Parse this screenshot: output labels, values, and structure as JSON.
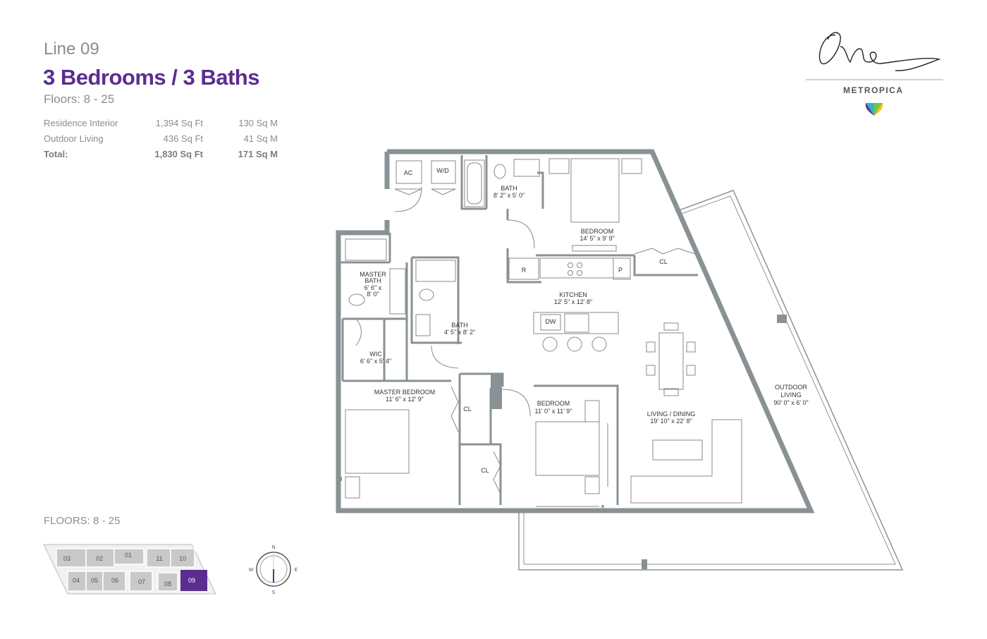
{
  "header": {
    "line": "Line 09",
    "unit_type": "3 Bedrooms / 3 Baths",
    "floors": "Floors: 8 - 25"
  },
  "areas": {
    "residence_interior": {
      "label": "Residence Interior",
      "sqft": "1,394 Sq Ft",
      "sqm": "130 Sq M"
    },
    "outdoor_living": {
      "label": "Outdoor Living",
      "sqft": "436 Sq Ft",
      "sqm": "41 Sq M"
    },
    "total": {
      "label": "Total:",
      "sqft": "1,830 Sq Ft",
      "sqm": "171 Sq M"
    }
  },
  "logo": {
    "word": "METROPICA"
  },
  "key_plan": {
    "label": "FLOORS: 8 - 25",
    "units_top": [
      "03",
      "02",
      "01",
      "11",
      "10"
    ],
    "units_bottom": [
      "04",
      "05",
      "06",
      "07",
      "08",
      "09"
    ],
    "highlight_color": "#5b2d90"
  },
  "compass": {
    "n": "N",
    "e": "E",
    "s": "S",
    "w": "W"
  },
  "rooms": {
    "ac": "AC",
    "wd": "W/D",
    "bath1": "BATH",
    "bath1_dim": "8' 2\" x 5' 0\"",
    "bedroom1": "BEDROOM",
    "bedroom1_dim": "14' 5\" x 9' 9\"",
    "cl1": "CL",
    "r": "R",
    "p": "P",
    "master_bath_1": "MASTER",
    "master_bath_2": "BATH",
    "master_bath_dim1": "6' 6\" x",
    "master_bath_dim2": "8' 0\"",
    "kitchen": "KITCHEN",
    "kitchen_dim": "12' 5\" x 12' 8\"",
    "dw": "DW",
    "bath2": "BATH",
    "bath2_dim": "4' 5\" x 8' 2\"",
    "wic": "WIC",
    "wic_dim": "6' 6\" x 5' 4\"",
    "master_bedroom": "MASTER BEDROOM",
    "master_bedroom_dim": "11' 6\" x 12' 9\"",
    "cl2": "CL",
    "cl3": "CL",
    "bedroom2": "BEDROOM",
    "bedroom2_dim": "11' 0\" x 11' 9\"",
    "living": "LIVING / DINING",
    "living_dim": "19' 10\" x 22' 8\"",
    "outdoor_1": "OUTDOOR",
    "outdoor_2": "LIVING",
    "outdoor_dim": "90' 0\" x 6' 0\""
  }
}
